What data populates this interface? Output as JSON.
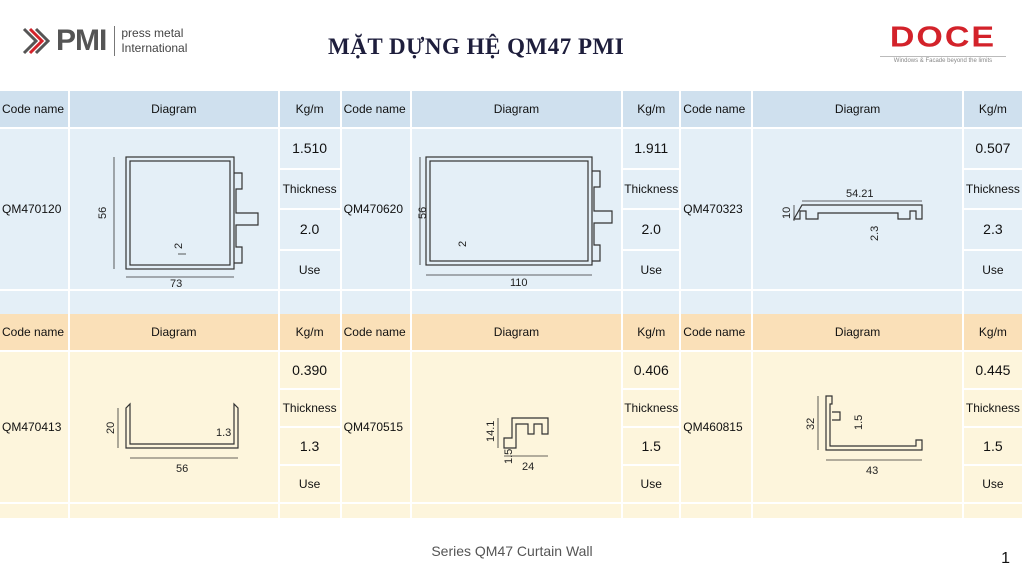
{
  "header": {
    "logo_left": {
      "word": "PMI",
      "sub1": "press metal",
      "sub2": "International"
    },
    "title": "MẶT DỰNG HỆ QM47 PMI",
    "logo_right": {
      "word": "DOCE",
      "tagline": "Windows & Facade beyond the limits"
    }
  },
  "table_headers": {
    "code": "Code name",
    "diagram": "Diagram",
    "kg": "Kg/m",
    "thickness": "Thickness",
    "use": "Use"
  },
  "rows": [
    {
      "theme": "blue",
      "items": [
        {
          "code": "QM470120",
          "kg": "1.510",
          "thickness": "2.0",
          "dims": [
            "56",
            "73",
            "2"
          ]
        },
        {
          "code": "QM470620",
          "kg": "1.911",
          "thickness": "2.0",
          "dims": [
            "56",
            "110",
            "2"
          ]
        },
        {
          "code": "QM470323",
          "kg": "0.507",
          "thickness": "2.3",
          "dims": [
            "54.21",
            "10",
            "2.3"
          ]
        }
      ]
    },
    {
      "theme": "orange",
      "items": [
        {
          "code": "QM470413",
          "kg": "0.390",
          "thickness": "1.3",
          "dims": [
            "20",
            "56",
            "1.3"
          ]
        },
        {
          "code": "QM470515",
          "kg": "0.406",
          "thickness": "1.5",
          "dims": [
            "14.1",
            "24",
            "1.5"
          ]
        },
        {
          "code": "QM460815",
          "kg": "0.445",
          "thickness": "1.5",
          "dims": [
            "32",
            "43",
            "1.5"
          ]
        }
      ]
    }
  ],
  "footer": {
    "text": "Series QM47 Curtain Wall",
    "page": "1"
  }
}
